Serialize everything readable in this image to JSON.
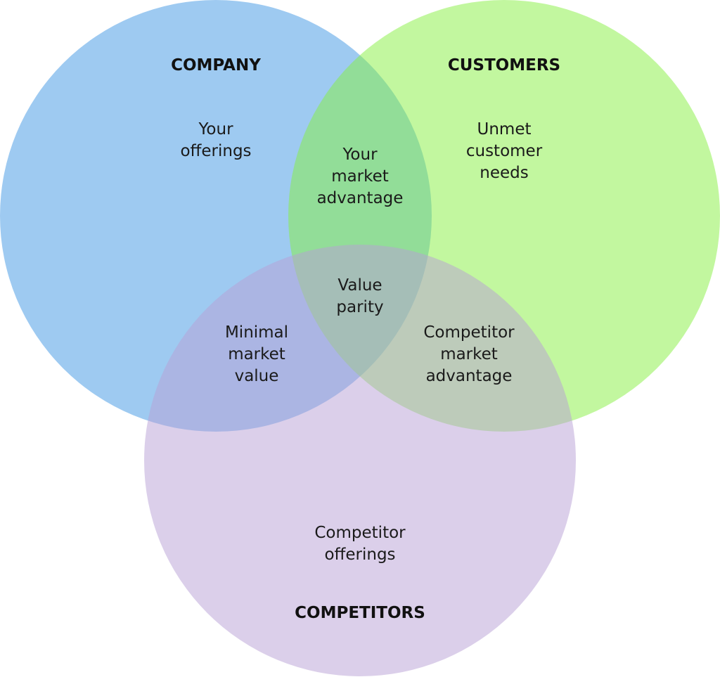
{
  "sets": [
    {
      "id": "company",
      "title": "COMPANY",
      "color": "#3d95e3"
    },
    {
      "id": "customers",
      "title": "CUSTOMERS",
      "color": "#85ef3f"
    },
    {
      "id": "competitors",
      "title": "COMPETITORS",
      "color": "#b89fd6"
    }
  ],
  "regions": {
    "company_only": [
      "Your",
      "offerings"
    ],
    "customers_only": [
      "Unmet",
      "customer",
      "needs"
    ],
    "competitors_only": [
      "Competitor",
      "offerings"
    ],
    "company_customers": [
      "Your",
      "market",
      "advantage"
    ],
    "company_competitors": [
      "Minimal",
      "market",
      "value"
    ],
    "customers_competitors": [
      "Competitor",
      "market",
      "advantage"
    ],
    "all_three": [
      "Value",
      "parity"
    ]
  }
}
